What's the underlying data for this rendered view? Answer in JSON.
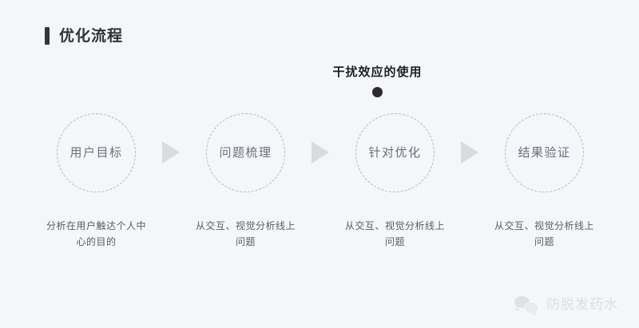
{
  "background_color": "#f4f6f9",
  "header": {
    "accent_bar_color": "#333639",
    "title": "优化流程"
  },
  "annotation": {
    "label": "干扰效应的使用",
    "dot_color": "#2b2b2b",
    "points_to_step_index": 2
  },
  "flow": {
    "arrow_icon": "triangle-right-icon",
    "arrow_color": "#d9dbdf",
    "circle_border_color": "#b3b7be",
    "steps": [
      {
        "title": "用户目标",
        "caption": "分析在用户触达个人中心的目的"
      },
      {
        "title": "问题梳理",
        "caption": "从交互、视觉分析线上问题"
      },
      {
        "title": "针对优化",
        "caption": "从交互、视觉分析线上问题"
      },
      {
        "title": "结果验证",
        "caption": "从交互、视觉分析线上问题"
      }
    ]
  },
  "watermark": {
    "icon": "wechat-icon",
    "text": "防脱发药水",
    "color": "#c9ccd1"
  }
}
